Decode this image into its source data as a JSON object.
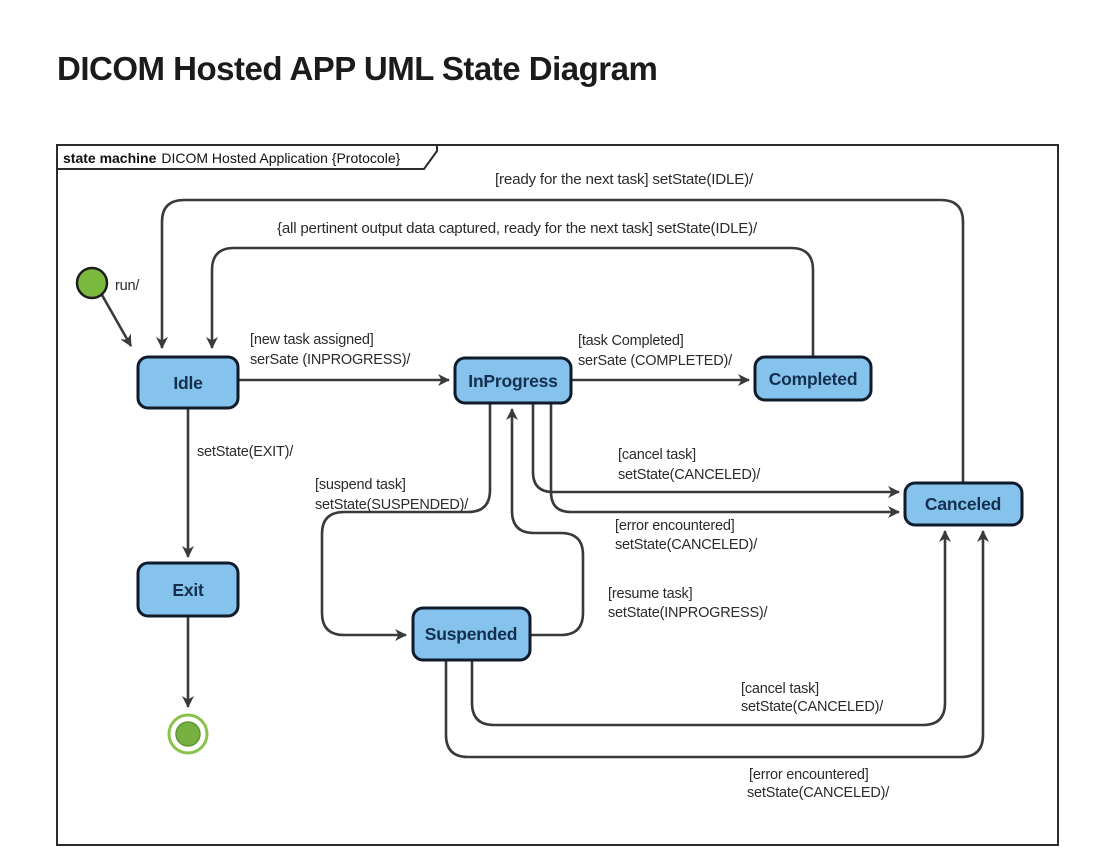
{
  "page": {
    "title": "DICOM Hosted APP UML State Diagram"
  },
  "frame": {
    "label_bold": "state machine",
    "label_rest": "DICOM Hosted Application {Protocole}"
  },
  "states": {
    "idle": "Idle",
    "inprogress": "InProgress",
    "completed": "Completed",
    "exit": "Exit",
    "suspended": "Suspended",
    "canceled": "Canceled"
  },
  "transitions": {
    "run": "run/",
    "ready_next": "[ready for the next task] setState(IDLE)/",
    "all_pertinent": "{all pertinent output data captured, ready for the next task] setState(IDLE)/",
    "new_task_l1": "[new task assigned]",
    "new_task_l2": "serSate (INPROGRESS)/",
    "task_completed_l1": "[task Completed]",
    "task_completed_l2": "serSate (COMPLETED)/",
    "set_exit": "setState(EXIT)/",
    "suspend_l1": "[suspend task]",
    "suspend_l2": "setState(SUSPENDED)/",
    "cancel_from_inprogress_l1": "[cancel task]",
    "cancel_from_inprogress_l2": "setState(CANCELED)/",
    "error_from_inprogress_l1": "[error encountered]",
    "error_from_inprogress_l2": "setState(CANCELED)/",
    "resume_l1": "[resume task]",
    "resume_l2": "setState(INPROGRESS)/",
    "cancel_from_suspended_l1": "[cancel task]",
    "cancel_from_suspended_l2": "setState(CANCELED)/",
    "error_from_suspended_l1": "[error encountered]",
    "error_from_suspended_l2": "setState(CANCELED)/"
  },
  "colors": {
    "state_fill": "#85C3ED",
    "state_border": "#0F1B2B",
    "state_text": "#14304E",
    "line": "#3A3A3A",
    "label_text": "#2B2B2B",
    "initial_fill": "#7CBA3F",
    "initial_border": "#1E1E1E",
    "final_ring": "#8BC34A",
    "final_fill": "#76B041",
    "frame_border": "#2B2B2B",
    "title_color": "#1B1B1B",
    "background": "#FFFFFF"
  }
}
